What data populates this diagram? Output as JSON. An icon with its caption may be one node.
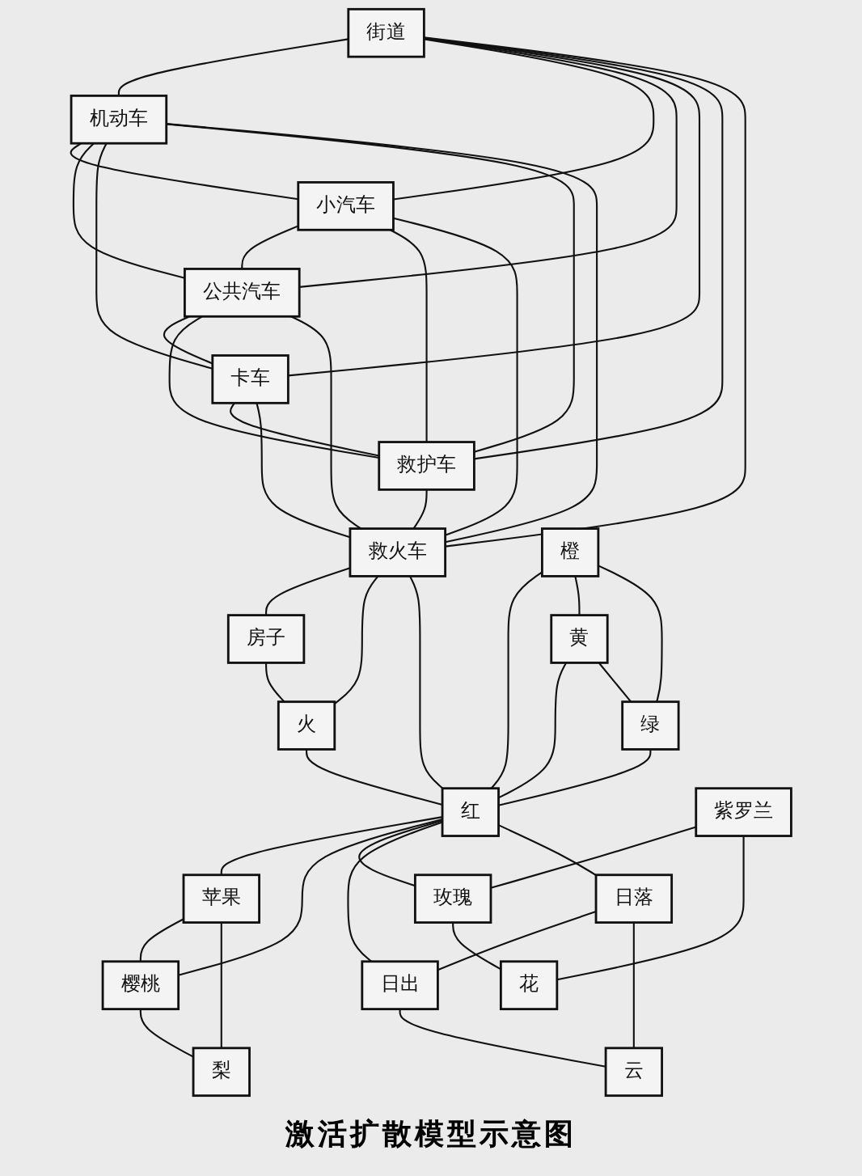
{
  "diagram": {
    "caption": "激活扩散模型示意图",
    "nodes": [
      {
        "text": [
          "街道"
        ]
      },
      {
        "text": [
          "机动车"
        ]
      },
      {
        "text": [
          "小汽车"
        ]
      },
      {
        "text": [
          "公共汽车"
        ]
      },
      {
        "text": [
          "卡车"
        ]
      },
      {
        "text": [
          "救护车"
        ]
      },
      {
        "text": [
          "救火车"
        ]
      },
      {
        "text": [
          "房子"
        ]
      },
      {
        "text": [
          "火"
        ]
      },
      {
        "text": [
          "橙"
        ]
      },
      {
        "text": [
          "红"
        ]
      },
      {
        "text": [
          "黄"
        ]
      },
      {
        "text": [
          "绿"
        ]
      },
      {
        "text": [
          "苹果"
        ]
      },
      {
        "text": [
          "梨"
        ]
      },
      {
        "text": [
          "樱桃"
        ]
      },
      {
        "text": [
          "紫罗兰"
        ]
      },
      {
        "text": [
          "玫瑰"
        ]
      },
      {
        "text": [
          "花"
        ]
      },
      {
        "text": [
          "日落"
        ]
      },
      {
        "text": [
          "日出"
        ]
      },
      {
        "text": [
          "云"
        ]
      }
    ],
    "edges": [
      {
        "from": 0,
        "to": 1,
        "arrow": "none"
      },
      {
        "from": 0,
        "to": 2,
        "arrow": "none"
      },
      {
        "from": 0,
        "to": 3,
        "arrow": "none"
      },
      {
        "from": 0,
        "to": 4,
        "arrow": "none"
      },
      {
        "from": 0,
        "to": 5,
        "arrow": "none"
      },
      {
        "from": 0,
        "to": 6,
        "arrow": "none"
      },
      {
        "from": 1,
        "to": 2,
        "arrow": "none"
      },
      {
        "from": 1,
        "to": 3,
        "arrow": "none"
      },
      {
        "from": 1,
        "to": 4,
        "arrow": "none"
      },
      {
        "from": 1,
        "to": 5,
        "arrow": "none"
      },
      {
        "from": 1,
        "to": 6,
        "arrow": "none"
      },
      {
        "from": 2,
        "to": 3,
        "arrow": "none"
      },
      {
        "from": 2,
        "to": 5,
        "arrow": "none"
      },
      {
        "from": 2,
        "to": 6,
        "arrow": "none"
      },
      {
        "from": 3,
        "to": 4,
        "arrow": "none"
      },
      {
        "from": 3,
        "to": 5,
        "arrow": "none"
      },
      {
        "from": 3,
        "to": 6,
        "arrow": "none"
      },
      {
        "from": 4,
        "to": 5,
        "arrow": "none"
      },
      {
        "from": 4,
        "to": 6,
        "arrow": "none"
      },
      {
        "from": 5,
        "to": 6,
        "arrow": "none"
      },
      {
        "from": 6,
        "to": 7,
        "arrow": "none"
      },
      {
        "from": 6,
        "to": 8,
        "arrow": "none"
      },
      {
        "from": 6,
        "to": 10,
        "arrow": "none"
      },
      {
        "from": 7,
        "to": 8,
        "arrow": "none"
      },
      {
        "from": 8,
        "to": 10,
        "arrow": "none"
      },
      {
        "from": 9,
        "to": 10,
        "arrow": "none"
      },
      {
        "from": 9,
        "to": 11,
        "arrow": "none"
      },
      {
        "from": 9,
        "to": 12,
        "arrow": "none"
      },
      {
        "from": 11,
        "to": 10,
        "arrow": "none"
      },
      {
        "from": 11,
        "to": 12,
        "arrow": "none"
      },
      {
        "from": 12,
        "to": 10,
        "arrow": "none"
      },
      {
        "from": 10,
        "to": 13,
        "arrow": "none"
      },
      {
        "from": 10,
        "to": 15,
        "arrow": "none"
      },
      {
        "from": 13,
        "to": 15,
        "arrow": "none"
      },
      {
        "from": 13,
        "to": 14,
        "arrow": "none"
      },
      {
        "from": 15,
        "to": 14,
        "arrow": "none"
      },
      {
        "from": 10,
        "to": 17,
        "arrow": "none"
      },
      {
        "from": 10,
        "to": 20,
        "arrow": "none"
      },
      {
        "from": 10,
        "to": 19,
        "arrow": "none"
      },
      {
        "from": 16,
        "to": 17,
        "arrow": "none"
      },
      {
        "from": 16,
        "to": 18,
        "arrow": "none"
      },
      {
        "from": 17,
        "to": 18,
        "arrow": "none"
      },
      {
        "from": 19,
        "to": 20,
        "arrow": "none"
      },
      {
        "from": 19,
        "to": 21,
        "arrow": "none"
      },
      {
        "from": 20,
        "to": 21,
        "arrow": "none"
      }
    ]
  }
}
